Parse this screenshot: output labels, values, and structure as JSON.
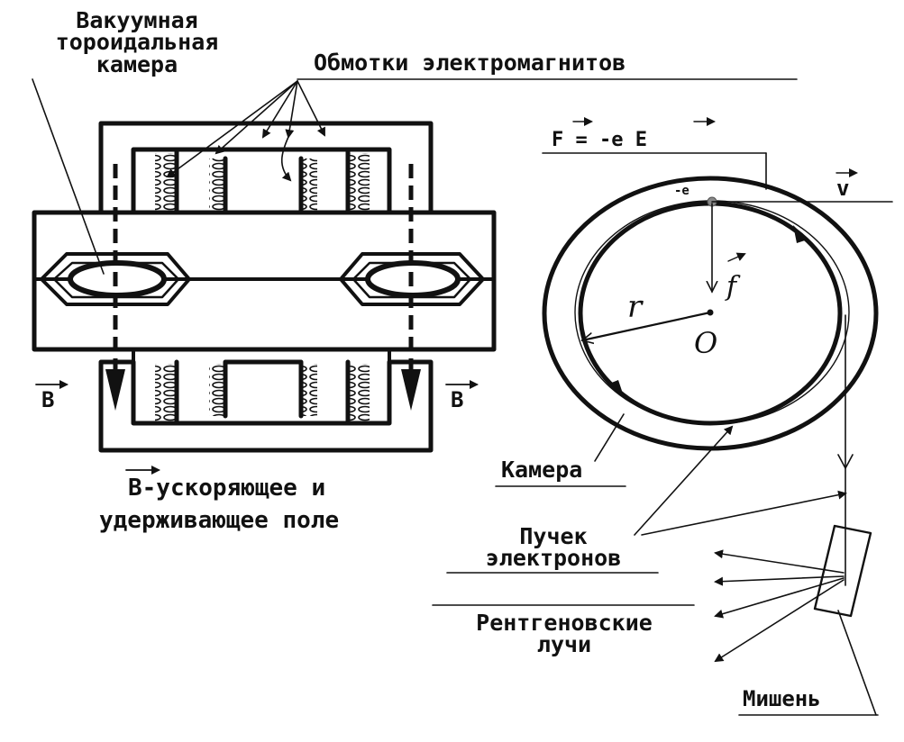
{
  "labels": {
    "vacuum_chamber": [
      "Вакуумная",
      "тороидальная",
      "камера"
    ],
    "coils": "Обмотки электромагнитов",
    "b_left": "B",
    "b_right": "B",
    "b_caption": [
      "B-ускоряющее и",
      "удерживающее поле"
    ],
    "force": "F = -e E",
    "charge": "-e",
    "velocity": "v",
    "small_force": "f",
    "radius": "r",
    "center": "O",
    "chamber": "Камера",
    "beam": [
      "Пучек",
      "электронов"
    ],
    "xray": [
      "Рентгеновские",
      "лучи"
    ],
    "target": "Мишень"
  }
}
